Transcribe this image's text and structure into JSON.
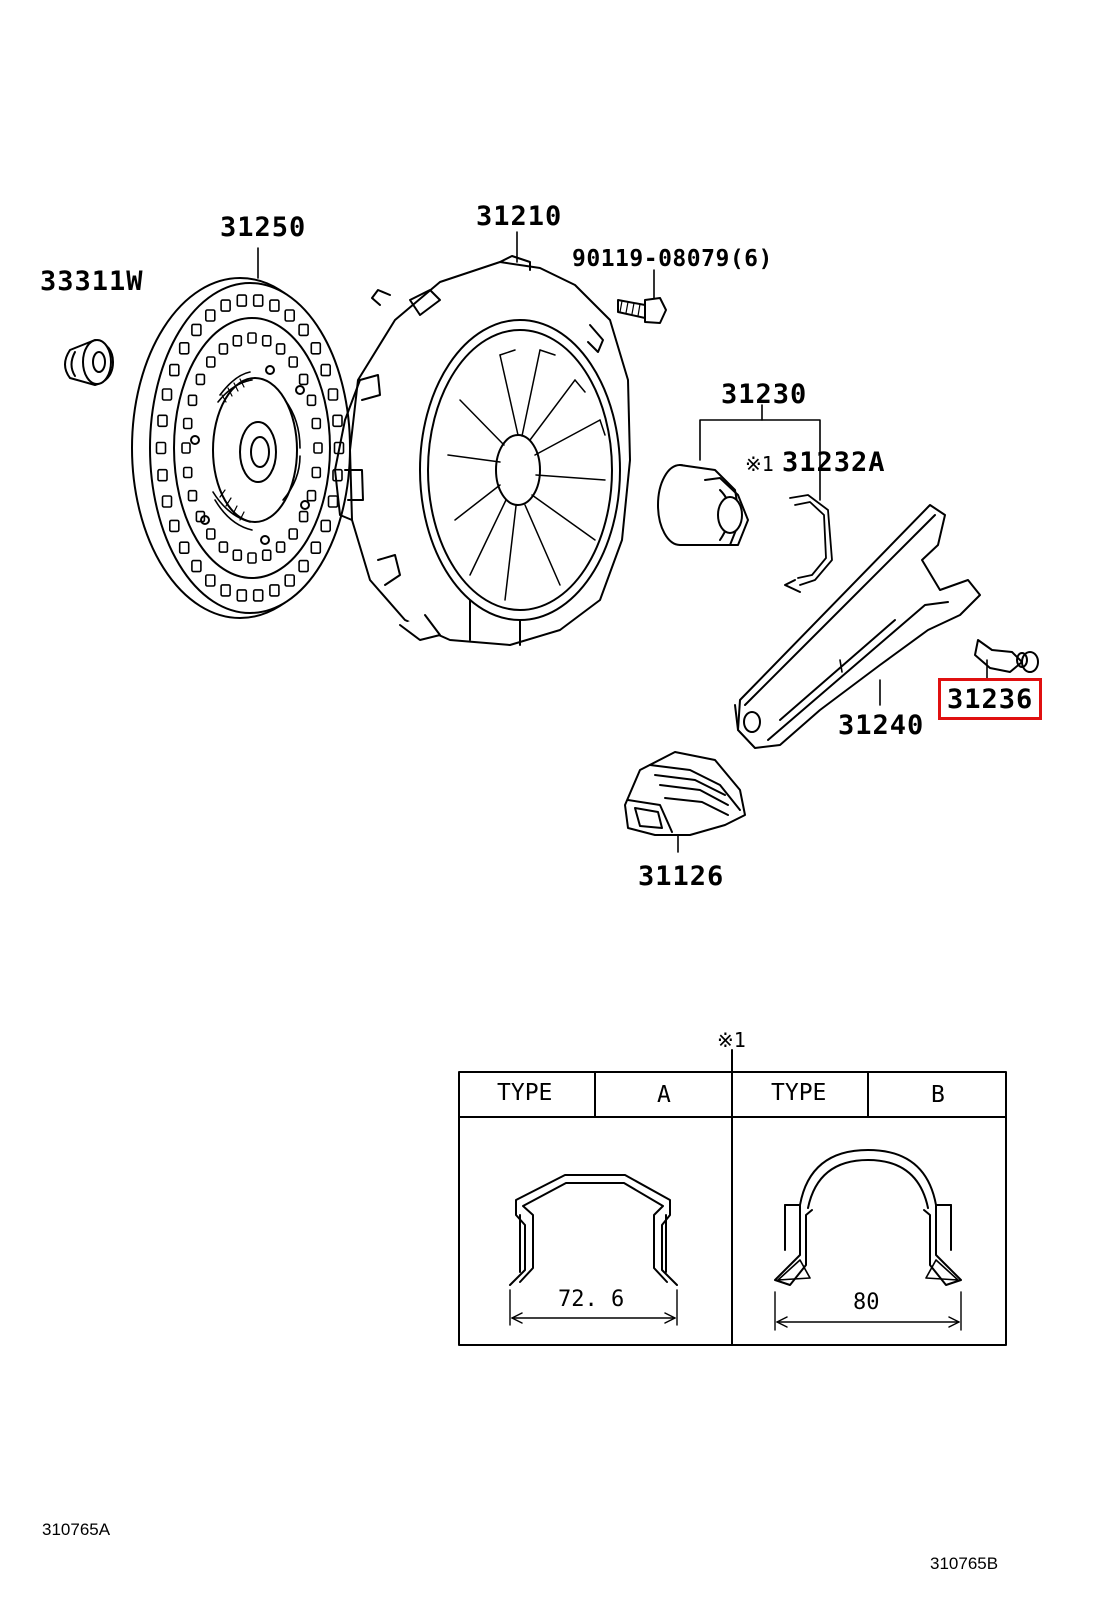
{
  "callouts": {
    "p33311w": "33311W",
    "p31250": "31250",
    "p31210": "31210",
    "p90119": "90119-08079(6)",
    "p31230": "31230",
    "p31232a": "31232A",
    "p31240": "31240",
    "p31236": "31236",
    "p31126": "31126"
  },
  "note_mark": "※1",
  "table": {
    "mark": "※1",
    "type_label": "TYPE",
    "type_a": "A",
    "type_b": "B",
    "dim_a": "72. 6",
    "dim_b": "80"
  },
  "refs": {
    "left": "310765A",
    "right": "310765B"
  },
  "highlight_color": "#e01010"
}
